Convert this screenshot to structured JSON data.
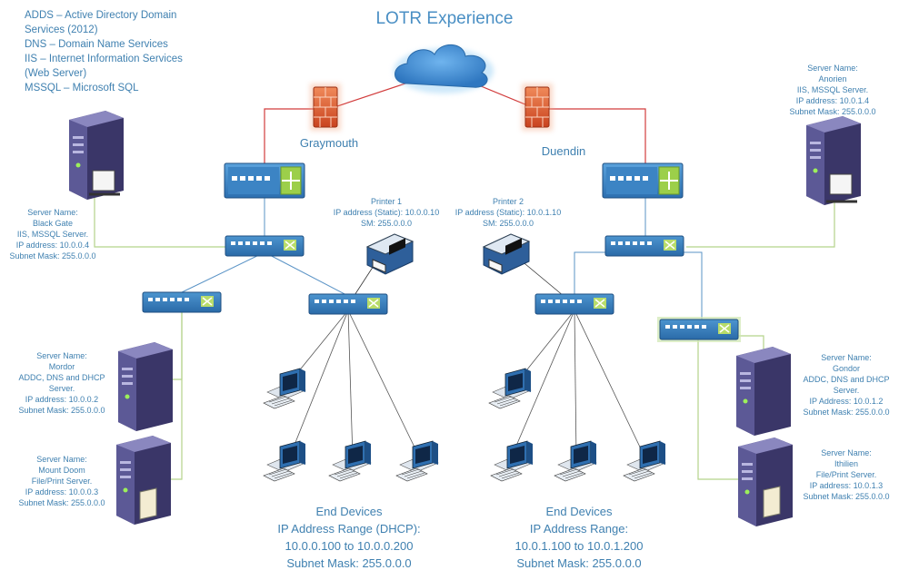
{
  "title": "LOTR Experience",
  "legend": [
    "ADDS – Active Directory Domain",
    "Services (2012)",
    "DNS – Domain Name Services",
    "IIS – Internet Information Services",
    "(Web Server)",
    "MSSQL – Microsoft SQL"
  ],
  "sites": {
    "left": "Graymouth",
    "right": "Duendin"
  },
  "servers": {
    "black_gate": [
      "Server Name:",
      "Black Gate",
      "IIS, MSSQL Server.",
      "IP address: 10.0.0.4",
      "Subnet Mask: 255.0.0.0"
    ],
    "anorien": [
      "Server Name:",
      "Anorien",
      "IIS, MSSQL Server.",
      "IP address: 10.0.1.4",
      "Subnet Mask: 255.0.0.0"
    ],
    "mordor": [
      "Server Name:",
      "Mordor",
      "ADDC, DNS and DHCP",
      "Server.",
      "IP address: 10.0.0.2",
      "Subnet Mask: 255.0.0.0"
    ],
    "mount_doom": [
      "Server Name:",
      "Mount Doom",
      "File/Print  Server.",
      "IP address: 10.0.0.3",
      "Subnet Mask: 255.0.0.0"
    ],
    "gondor": [
      "Server Name:",
      "Gondor",
      "ADDC, DNS and DHCP",
      "Server.",
      "IP Address: 10.0.1.2",
      "Subnet Mask: 255.0.0.0"
    ],
    "ithilien": [
      "Server Name:",
      "Ithilien",
      "File/Print Server.",
      "IP address: 10.0.1.3",
      "Subnet Mask: 255.0.0.0"
    ]
  },
  "printers": {
    "p1": [
      "Printer 1",
      "IP address (Static): 10.0.0.10",
      "SM: 255.0.0.0"
    ],
    "p2": [
      "Printer 2",
      "IP address (Static): 10.0.1.10",
      "SM: 255.0.0.0"
    ]
  },
  "end_devices": {
    "left": [
      "End Devices",
      "IP Address Range (DHCP):",
      "10.0.0.100 to 10.0.0.200",
      "Subnet Mask: 255.0.0.0"
    ],
    "right": [
      "End Devices",
      "IP Address Range:",
      "10.0.1.100 to 10.0.1.200",
      "Subnet Mask: 255.0.0.0"
    ]
  },
  "colors": {
    "text": "#3f80b0",
    "wan": "#d23c3c",
    "lan": "#5a93c6",
    "server_link": "#b5d38a",
    "device": "#2f6fb0"
  }
}
